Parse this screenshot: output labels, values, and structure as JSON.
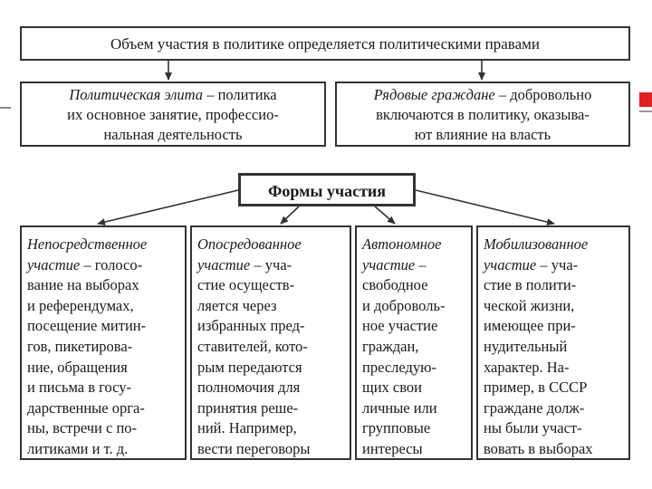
{
  "top": {
    "text": "Объем участия в политике определяется политическими правами"
  },
  "elite": {
    "term": "Политическая элита",
    "line1_rest": " – политика",
    "line2": "их основное занятие, профессио-",
    "line3": "нальная деятельность"
  },
  "citizens": {
    "term": "Рядовые граждане",
    "line1_rest": " – добровольно",
    "line2": "включаются в политику, оказыва-",
    "line3": "ют влияние на власть"
  },
  "forms": {
    "title": "Формы участия"
  },
  "columns": [
    {
      "term_lines": [
        "Непосредственное",
        "участие"
      ],
      "first_rest": " – голосо-",
      "lines": [
        "вание на выборах",
        "и референдумах,",
        "посещение митин-",
        "гов, пикетирова-",
        "ние, обращения",
        "и письма в госу-",
        "дарственные орга-",
        "ны, встречи с по-",
        "литиками и т. д."
      ]
    },
    {
      "term_lines": [
        "Опосредованное",
        "участие"
      ],
      "first_rest": " – уча-",
      "lines": [
        "стие осуществ-",
        "ляется через",
        "избранных пред-",
        "ставителей, кото-",
        "рым передаются",
        "полномочия для",
        "принятия реше-",
        "ний. Например,",
        "вести переговоры"
      ]
    },
    {
      "term_lines": [
        "Автономное",
        "участие"
      ],
      "first_rest": " –",
      "lines": [
        "свободное",
        "и доброволь-",
        "ное участие",
        "граждан,",
        "преследую-",
        "щих свои",
        "личные или",
        "групповые",
        "интересы"
      ]
    },
    {
      "term_lines": [
        "Мобилизованное",
        "участие"
      ],
      "first_rest": " – уча-",
      "lines": [
        "стие в полити-",
        "ческой жизни,",
        "имеющее при-",
        "нудительный",
        "характер. На-",
        "пример, в СССР",
        "граждане долж-",
        "ны были участ-",
        "вовать в выборах"
      ]
    }
  ],
  "colors": {
    "border": "#333333",
    "accent": "#e02020"
  }
}
